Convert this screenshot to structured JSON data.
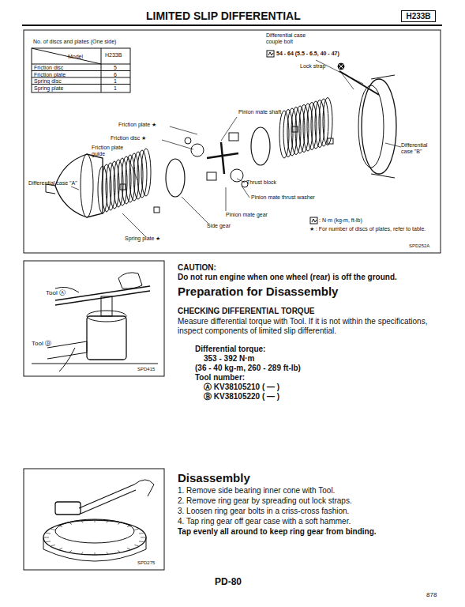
{
  "diagram": {
    "title": "LIMITED SLIP DIFFERENTIAL",
    "nodes": [
      {
        "text": [
          "H233B"
        ]
      }
    ],
    "labels": [
      "No. of discs and plates (One side)",
      "Model",
      "H233B",
      "Friction disc",
      "5",
      "Friction plate",
      "6",
      "Spring disc",
      "1",
      "Spring plate",
      "1",
      "Differential case couple bolt",
      "54 - 64 (5.5 - 6.5, 40 - 47)",
      "Lock strap",
      "Pinion mate shaft",
      "Friction plate ★",
      "Friction disc ★",
      "Friction plate guide",
      "Differential case \"A\"",
      "Differential case \"B\"",
      "Thrust block",
      "Pinion mate thrust washer",
      "Pinion mate gear",
      "Side gear",
      "Spring plate ★",
      ": N·m (kg-m, ft-lb)",
      "★ : For number of discs of plates, refer to table.",
      "SPD252A",
      "Tool Ⓐ",
      "Tool Ⓑ",
      "SPD415",
      "CAUTION:",
      "Do not run engine when one wheel (rear) is off the ground.",
      "Preparation for Disassembly",
      "CHECKING DIFFERENTIAL TORQUE",
      "Measure differential torque with Tool. If it is not within the specifications, inspect components of limited slip differential.",
      "Differential torque:",
      "353 - 392 N·m",
      "(36 - 40 kg-m, 260 - 289 ft-lb)",
      "Tool number:",
      "Ⓐ KV38105210 ( — )",
      "Ⓑ KV38105220 ( — )",
      "Disassembly",
      "1. Remove side bearing inner cone with Tool.",
      "2. Remove ring gear by spreading out lock straps.",
      "3. Loosen ring gear bolts in a criss-cross fashion.",
      "4. Tap ring gear off gear case with a soft hammer.",
      "Tap evenly all around to keep ring gear from binding.",
      "SPD275",
      "PD-80",
      "878"
    ]
  }
}
